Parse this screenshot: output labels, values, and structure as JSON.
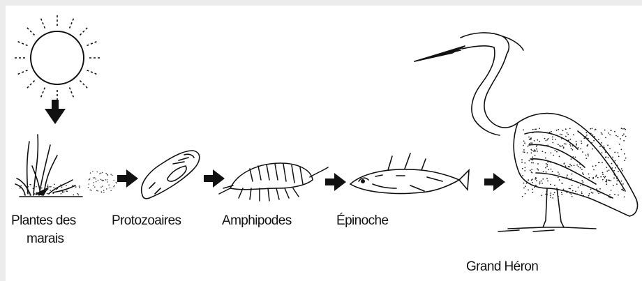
{
  "food_chain": {
    "organisms": [
      {
        "name": "Plantes des",
        "name_line2": "marais",
        "icon": "marsh-plant-icon"
      },
      {
        "name": "Protozoaires",
        "icon": "protozoan-icon"
      },
      {
        "name": "Amphipodes",
        "icon": "amphipod-icon"
      },
      {
        "name": "Épinoche",
        "icon": "stickleback-fish-icon"
      },
      {
        "name": "Grand Héron",
        "icon": "great-blue-heron-icon"
      }
    ],
    "energy_source_icon": "sun-icon",
    "arrow_icon": "arrow-icon",
    "colors": {
      "ink": "#111111",
      "background": "#ffffff",
      "frame": "#ececec"
    }
  }
}
